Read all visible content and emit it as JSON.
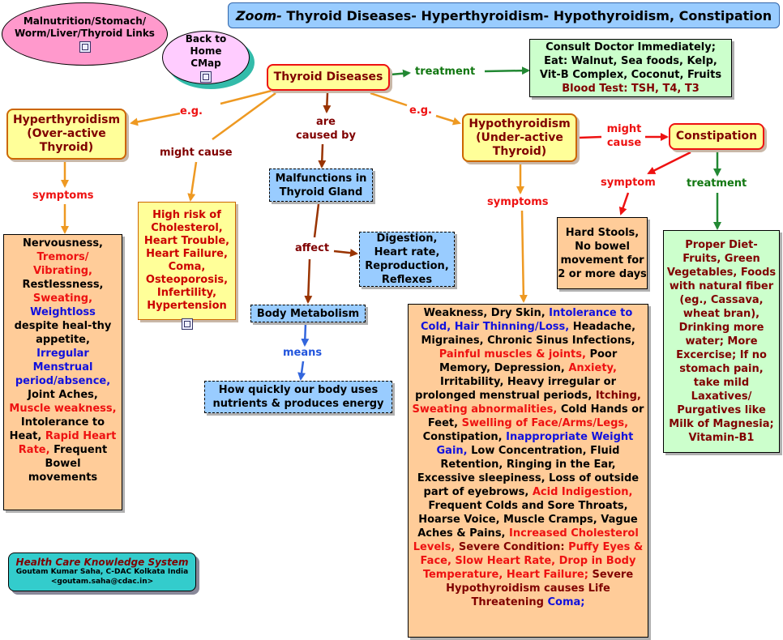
{
  "title": {
    "zoom": "Zoom-",
    "text": " Thyroid Diseases- Hyperthyroidism- Hypothyroidism, Constipation"
  },
  "links": {
    "malnutrition": "Malnutrition/Stomach/ Worm/Liver/Thyroid Links",
    "home": "Back to Home CMap"
  },
  "nodes": {
    "thyroid": "Thyroid Diseases",
    "hyper": "Hyperthyroidism (Over-active Thyroid)",
    "hypo": "Hypothyroidism (Under-active Thyroid)",
    "constipation": "Constipation",
    "malfunctions": "Malfunctions in Thyroid Gland",
    "body_metabolism": "Body Metabolism",
    "digestion": "Digestion, Heart rate, Reproduction, Reflexes",
    "how_quickly": "How quickly our body uses nutrients & produces energy",
    "high_risk": "High risk of Cholesterol, Heart Trouble, Heart Failure, Coma, Osteoporosis, Infertility, Hypertension",
    "hard_stools": "Hard Stools, No bowel movement for 2 or more days",
    "consult": {
      "l1": "Consult Doctor Immediately;",
      "l2": "Eat: Walnut, Sea foods, Kelp,",
      "l3": "Vit-B Complex, Coconut, Fruits",
      "l4": "Blood Test: TSH, T4, T3"
    },
    "proper_diet": "Proper Diet- Fruits, Green Vegetables, Foods with natural fiber (eg., Cassava, wheat bran), Drinking more water; More Excercise; If no stomach pain, take mild Laxatives/ Purgatives like Milk of Magnesia; Vitamin-B1"
  },
  "hyper_symptoms": {
    "s1": "Nervousness,",
    "s2": "Tremors/ Vibrating,",
    "s3": "Restlessness,",
    "s4": "Sweating,",
    "s5": "Weightloss",
    "s6": "despite heal-thy appetite,",
    "s7": "Irregular Menstrual period/absence,",
    "s8": "Joint Aches,",
    "s9": "Muscle weakness,",
    "s10": "Intolerance to Heat,",
    "s11": "Rapid Heart Rate,",
    "s12": "Frequent Bowel movements"
  },
  "hypo_symptoms": {
    "a": "Weakness, Dry Skin,",
    "b": "Intolerance to Cold,",
    "c": "Hair Thinning/Loss,",
    "d": "Headache, Migraines, Chronic Sinus Infections,",
    "e": "Painful muscles & joints,",
    "f": "Poor Memory, Depression,",
    "g": "Anxiety,",
    "h": "Irritability, Heavy irregular or prolonged menstrual periods,",
    "i": "Itching,",
    "j": "Sweating abnormalities,",
    "k": "Cold Hands or Feet,",
    "l": "Swelling of Face/Arms/Legs,",
    "m": "Constipation,",
    "n": "Inappropriate Weight Gain,",
    "o": "Low Concentration, Fluid Retention, Ringing in the Ear, Excessive sleepiness, Loss of outside part of eyebrows,",
    "p": "Acid Indigestion,",
    "q": "Frequent Colds and Sore Throats, Hoarse Voice, Muscle Cramps, Vague Aches & Pains,",
    "r": "Increased Cholesterol Levels,",
    "s": "Severe Condition:",
    "t": "Puffy Eyes & Face, Slow Heart Rate, Drop in Body Temperature, Heart Failure;",
    "u": "Severe Hypothyroidism causes Life Threatening",
    "v": "Coma;"
  },
  "labels": {
    "treatment1": "treatment",
    "eg1": "e.g.",
    "eg2": "e.g.",
    "are_caused_by": "are caused by",
    "might_cause1": "might cause",
    "might_cause2": "might cause",
    "symptoms1": "symptoms",
    "symptoms2": "symptoms",
    "symptom3": "symptom",
    "treatment2": "treatment",
    "affect": "affect",
    "means": "means"
  },
  "credit": {
    "title": "Health Care Knowledge System",
    "author": "Goutam Kumar Saha, C-DAC Kolkata India",
    "email": "<goutam.saha@cdac.in>"
  },
  "colors": {
    "orange_arrow": "#ee9922",
    "maroon_arrow": "#993300",
    "red_arrow": "#ee1111",
    "green_arrow": "#228833",
    "blue_arrow": "#3366dd"
  }
}
